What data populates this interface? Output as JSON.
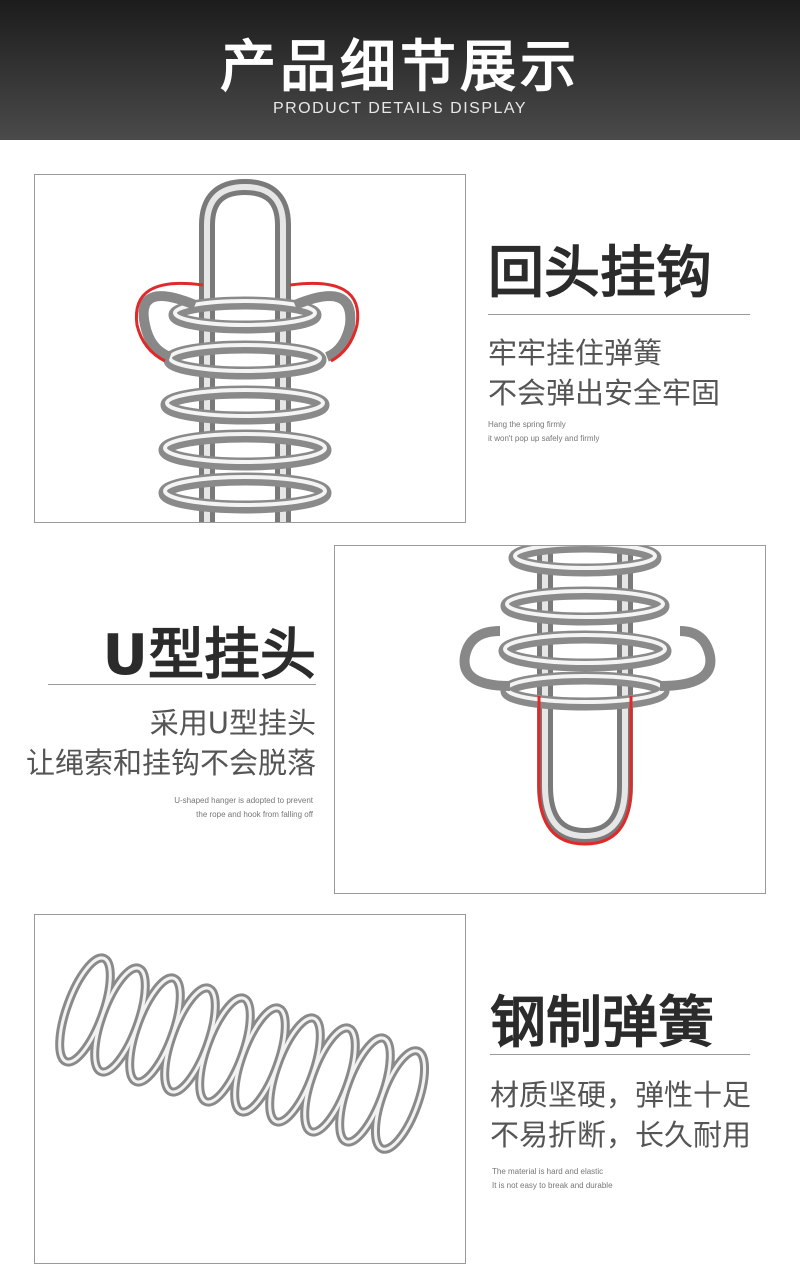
{
  "header": {
    "title": "产品细节展示",
    "subtitle": "PRODUCT DETAILS DISPLAY"
  },
  "colors": {
    "header_dark": "#1c1c1c",
    "header_light": "#4a4a4a",
    "highlight_red": "#e02a2a",
    "title_text": "#2b2b2b",
    "body_text": "#555555"
  },
  "features": [
    {
      "title": "回头挂钩",
      "lines": [
        "牢牢挂住弹簧",
        "不会弹出安全牢固"
      ],
      "en_lines": [
        "Hang the spring firmly",
        "it won't pop up safely and firmly"
      ]
    },
    {
      "title": "U型挂头",
      "lines": [
        "采用U型挂头",
        "让绳索和挂钩不会脱落"
      ],
      "en_lines": [
        "U-shaped hanger is adopted to prevent",
        "the rope and hook from falling off"
      ]
    },
    {
      "title": "钢制弹簧",
      "lines": [
        "材质坚硬，弹性十足",
        "不易折断，长久耐用"
      ],
      "en_lines": [
        "The material is hard and elastic",
        "It is not easy to break and durable"
      ]
    }
  ]
}
